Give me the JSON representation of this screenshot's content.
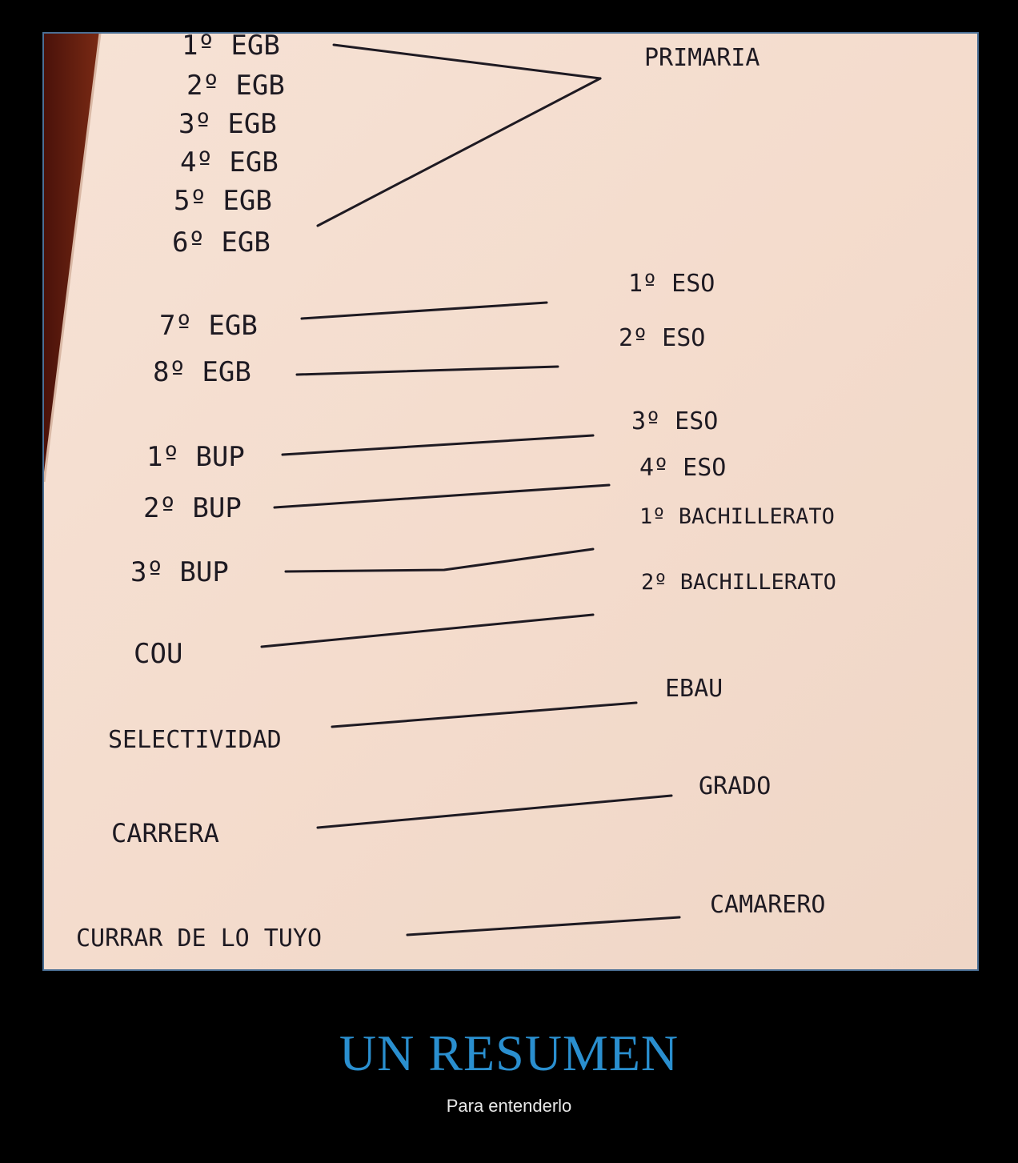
{
  "poster": {
    "title": "UN RESUMEN",
    "subtitle": "Para entenderlo"
  },
  "note": {
    "left_items": [
      "1º EGB",
      "2º EGB",
      "3º EGB",
      "4º EGB",
      "5º EGB",
      "6º EGB",
      "7º EGB",
      "8º EGB",
      "1º BUP",
      "2º BUP",
      "3º BUP",
      "COU",
      "SELECTIVIDAD",
      "CARRERA",
      "CURRAR DE LO TUYO"
    ],
    "right_items": [
      "PRIMARIA",
      "1º ESO",
      "2º ESO",
      "3º ESO",
      "4º ESO",
      "1º BACHILLERATO",
      "2º BACHILLERATO",
      "EBAU",
      "GRADO",
      "CAMARERO"
    ]
  },
  "colors": {
    "paper": "#f3ddcf",
    "ink": "#1e1a22",
    "title": "#2a8fcf",
    "frame_border": "#4a6f95",
    "table_edge": "#6a1e10"
  }
}
